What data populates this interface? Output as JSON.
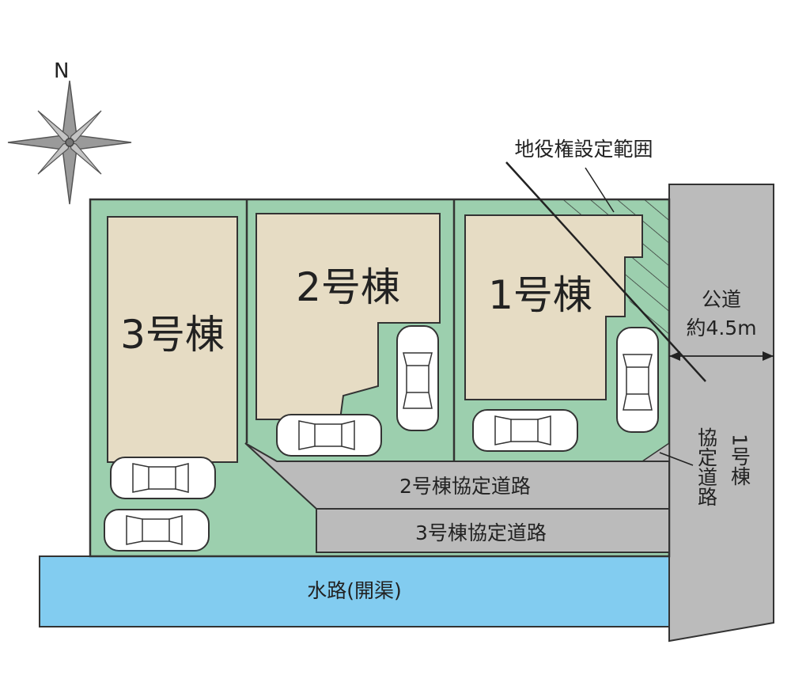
{
  "compass": {
    "north": "N"
  },
  "buildings": {
    "b1": "1号棟",
    "b2": "2号棟",
    "b3": "3号棟"
  },
  "easement": {
    "label": "地役権設定範囲"
  },
  "roads": {
    "road2": "2号棟協定道路",
    "road3": "3号棟協定道路",
    "public_line1": "公道",
    "public_line2": "約4.5m",
    "road1_vertical_a": "協定道路",
    "road1_vertical_b": "1号棟"
  },
  "water": {
    "label": "水路(開渠)"
  },
  "colors": {
    "lot_green": "#9ccfae",
    "building_beige": "#e6dcc4",
    "road_gray": "#bbbbbb",
    "water_blue": "#82ccf0"
  }
}
